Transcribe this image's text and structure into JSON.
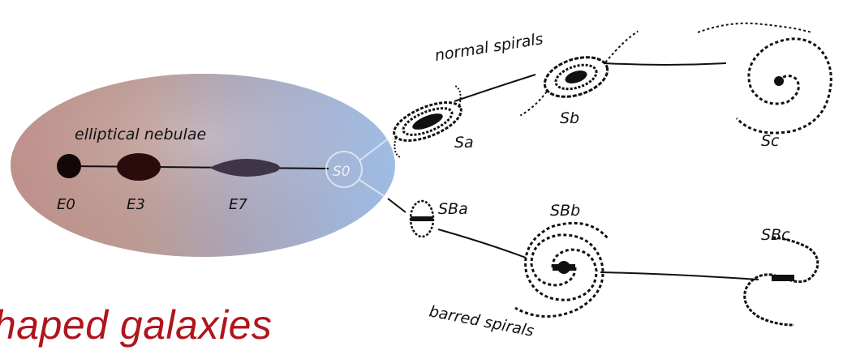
{
  "diagram": {
    "title_partial": "haped galaxies",
    "ellipticals": {
      "group_label": "elliptical nebulae",
      "types": [
        "E0",
        "E3",
        "E7"
      ]
    },
    "lenticular": {
      "label": "S0"
    },
    "normal_spirals": {
      "branch_label": "normal spirals",
      "types": [
        "Sa",
        "Sb",
        "Sc"
      ]
    },
    "barred_spirals": {
      "branch_label": "barred spirals",
      "types": [
        "SBa",
        "SBb",
        "SBc"
      ]
    },
    "colors": {
      "title": "#b0151d",
      "ellipse_left": "#c79a94",
      "ellipse_right": "#a7c5ef",
      "ink": "#111111"
    }
  }
}
